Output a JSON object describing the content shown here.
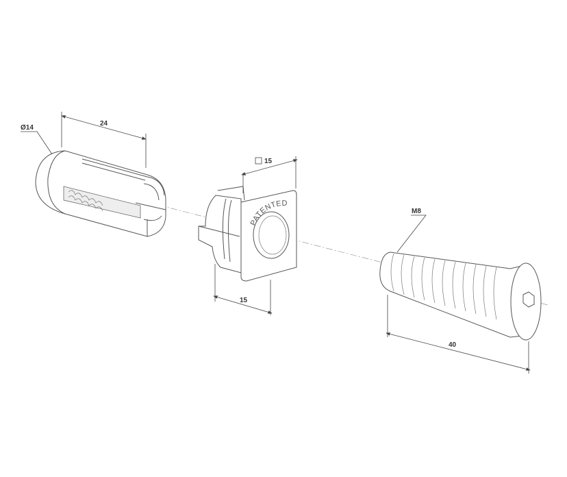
{
  "drawing": {
    "sleeve": {
      "diameter_label": "Ø14",
      "length_label": "24"
    },
    "nut": {
      "square_size_label": "15",
      "depth_label": "15",
      "marking": "PATENTED"
    },
    "screw": {
      "thread_label": "M8",
      "length_label": "40"
    }
  }
}
